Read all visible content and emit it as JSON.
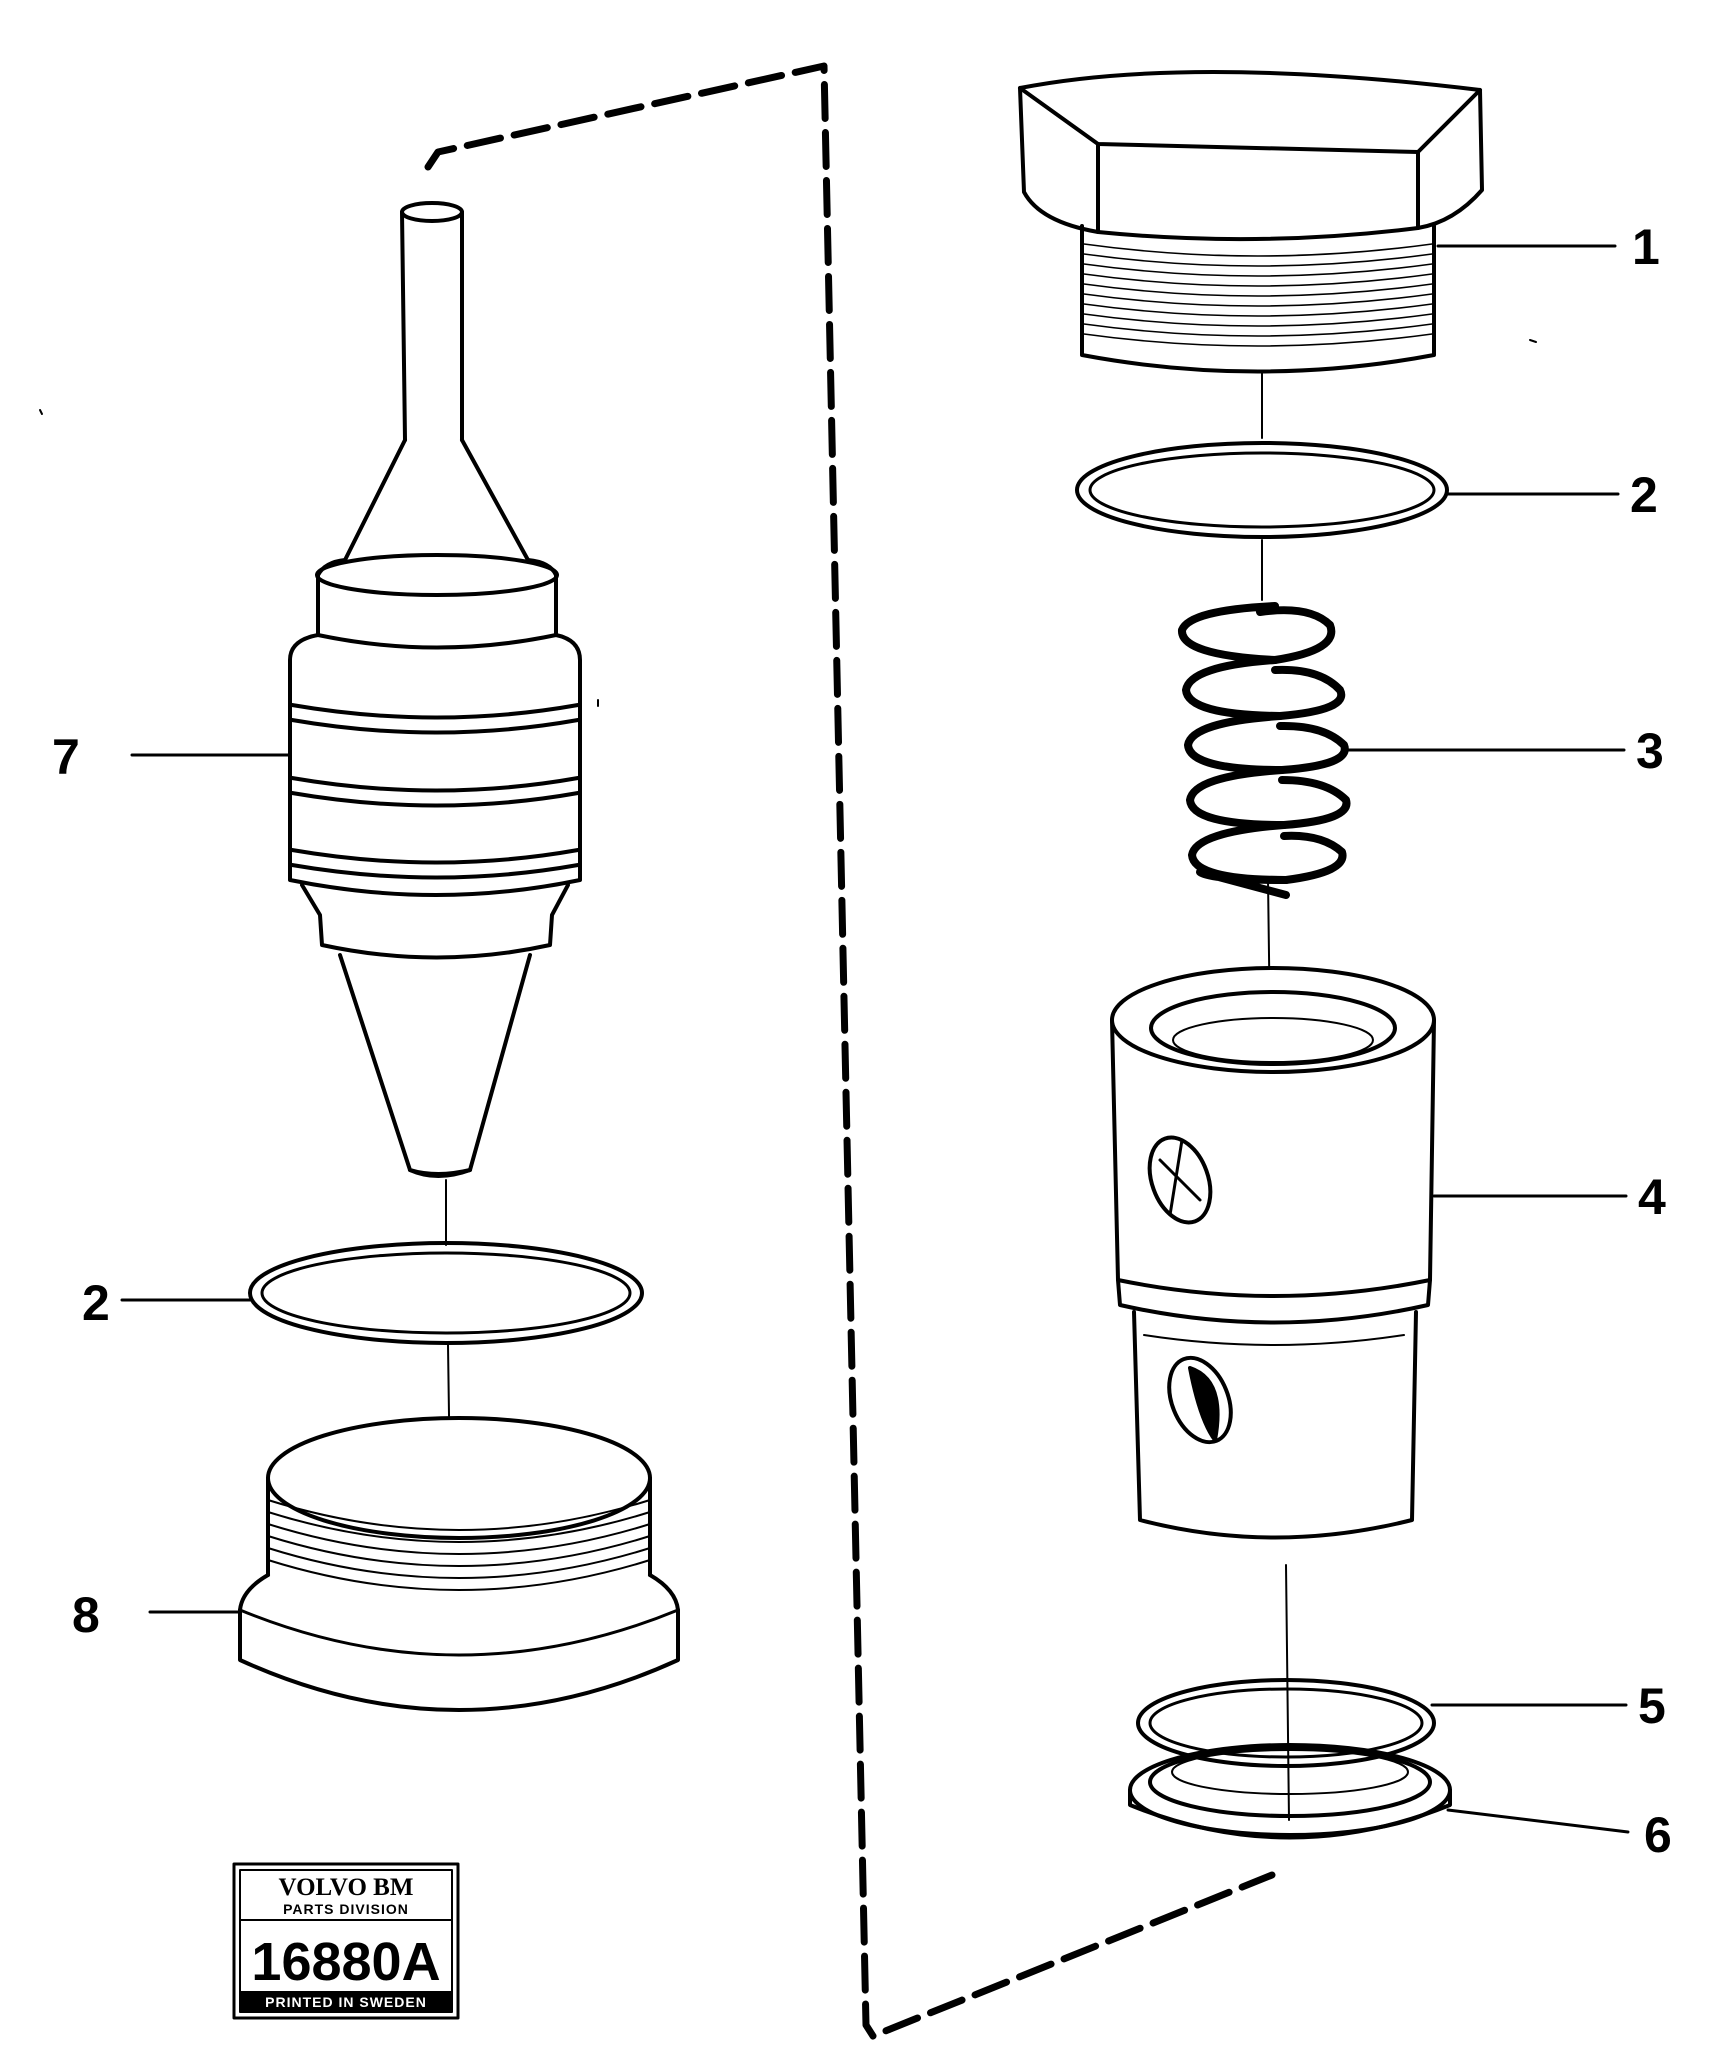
{
  "callouts": [
    {
      "label": "1",
      "part": "hex-plug"
    },
    {
      "label": "2",
      "part": "o-ring-upper"
    },
    {
      "label": "3",
      "part": "spring"
    },
    {
      "label": "4",
      "part": "valve-body"
    },
    {
      "label": "5",
      "part": "o-ring-lower"
    },
    {
      "label": "6",
      "part": "washer"
    },
    {
      "label": "7",
      "part": "valve-piston"
    },
    {
      "label": "2",
      "part": "o-ring-left"
    },
    {
      "label": "8",
      "part": "threaded-plug"
    }
  ],
  "badge": {
    "brand": "VOLVO BM",
    "division": "PARTS DIVISION",
    "code": "16880A",
    "footer": "PRINTED IN SWEDEN"
  },
  "colors": {
    "ink": "#000000",
    "paper": "#ffffff"
  }
}
